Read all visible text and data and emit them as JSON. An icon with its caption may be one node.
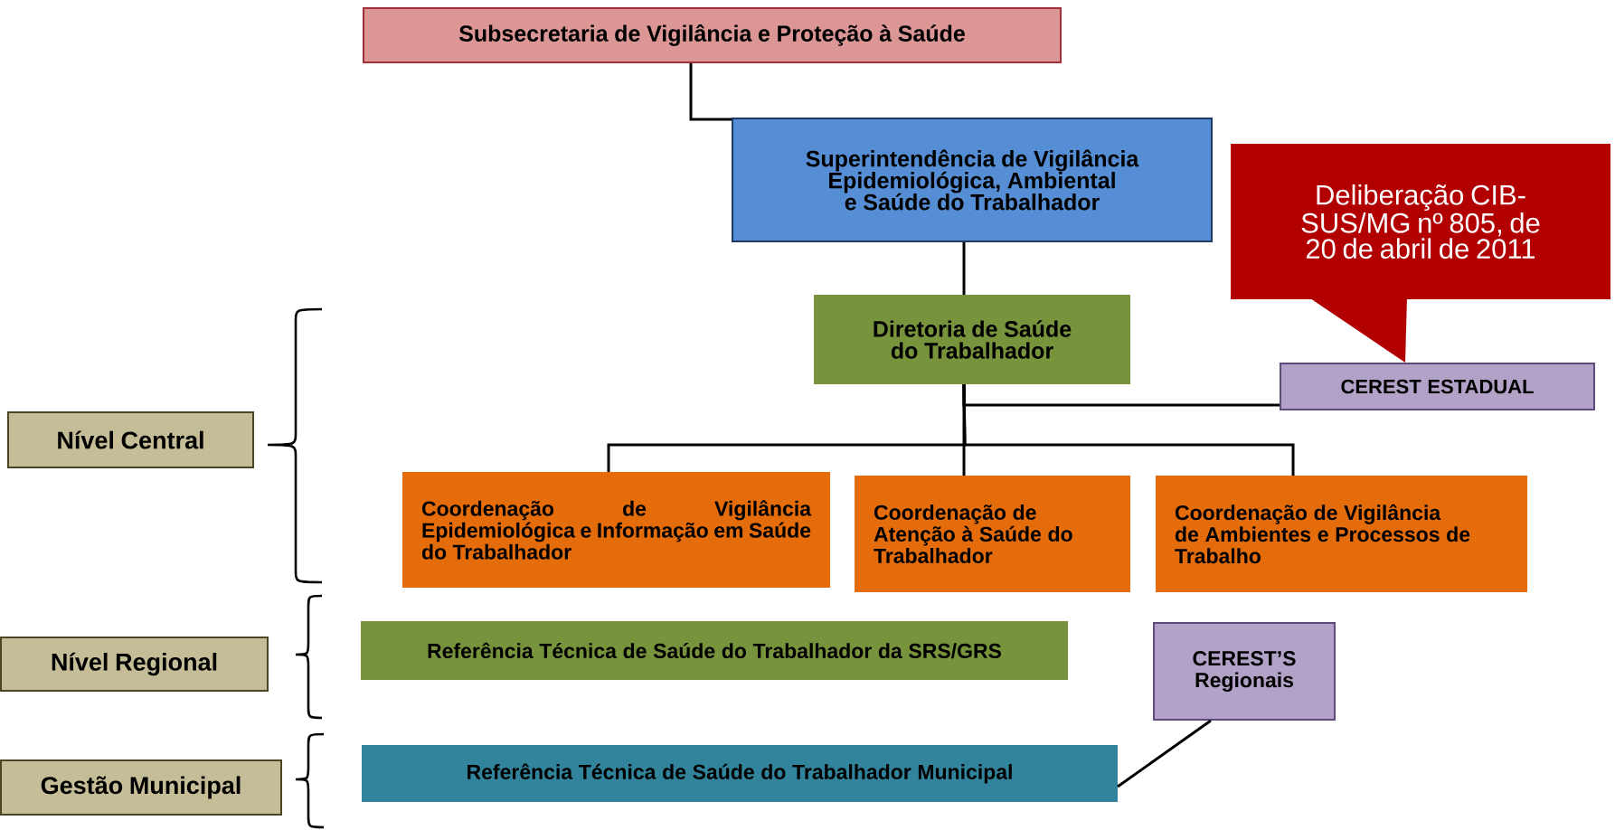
{
  "diagram": {
    "nodes": [
      {
        "text": [
          "Subsecretaria de Vigilância e Proteção à Saúde"
        ]
      },
      {
        "text": [
          "Superintendência de Vigilância Epidemiológica, Ambiental e Saúde do Trabalhador"
        ]
      },
      {
        "text": [
          "Deliberação CIB-SUS/MG nº 805, de 20 de abril de 2011"
        ]
      },
      {
        "text": [
          "Diretoria de Saúde do Trabalhador"
        ]
      },
      {
        "text": [
          "CEREST ESTADUAL"
        ]
      },
      {
        "text": [
          "Nível Central"
        ]
      },
      {
        "text": [
          "Coordenação de Vigilância Epidemiológica e Informação em Saúde do Trabalhador"
        ]
      },
      {
        "text": [
          "Coordenação de Atenção à Saúde do Trabalhador"
        ]
      },
      {
        "text": [
          "Coordenação de Vigilância de Ambientes e Processos de Trabalho"
        ]
      },
      {
        "text": [
          "Nível Regional"
        ]
      },
      {
        "text": [
          "Referência Técnica de Saúde do Trabalhador da SRS/GRS"
        ]
      },
      {
        "text": [
          "CEREST’S Regionais"
        ]
      },
      {
        "text": [
          "Gestão Municipal"
        ]
      },
      {
        "text": [
          "Referência Técnica de Saúde do Trabalhador Municipal"
        ]
      }
    ],
    "edges": [
      {
        "from": 0,
        "to": 1,
        "arrow": "none"
      },
      {
        "from": 1,
        "to": 3,
        "arrow": "none"
      },
      {
        "from": 3,
        "to": 4,
        "arrow": "none"
      },
      {
        "from": 3,
        "to": 6,
        "arrow": "none"
      },
      {
        "from": 3,
        "to": 7,
        "arrow": "none"
      },
      {
        "from": 3,
        "to": 8,
        "arrow": "none"
      },
      {
        "from": 11,
        "to": 13,
        "arrow": "none"
      }
    ]
  }
}
